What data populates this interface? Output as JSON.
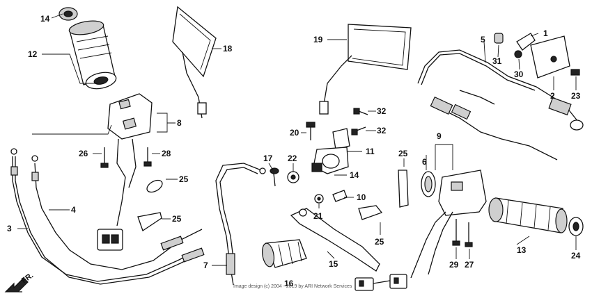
{
  "callouts": [
    {
      "id": "c1",
      "label": "1"
    },
    {
      "id": "c2",
      "label": "2"
    },
    {
      "id": "c3",
      "label": "3"
    },
    {
      "id": "c4",
      "label": "4"
    },
    {
      "id": "c5",
      "label": "5"
    },
    {
      "id": "c6",
      "label": "6"
    },
    {
      "id": "c7",
      "label": "7"
    },
    {
      "id": "c8",
      "label": "8"
    },
    {
      "id": "c9",
      "label": "9"
    },
    {
      "id": "c10",
      "label": "10"
    },
    {
      "id": "c11",
      "label": "11"
    },
    {
      "id": "c12",
      "label": "12"
    },
    {
      "id": "c13",
      "label": "13"
    },
    {
      "id": "c14a",
      "label": "14"
    },
    {
      "id": "c14b",
      "label": "14"
    },
    {
      "id": "c15",
      "label": "15"
    },
    {
      "id": "c16",
      "label": "16"
    },
    {
      "id": "c17",
      "label": "17"
    },
    {
      "id": "c18",
      "label": "18"
    },
    {
      "id": "c19",
      "label": "19"
    },
    {
      "id": "c20",
      "label": "20"
    },
    {
      "id": "c21",
      "label": "21"
    },
    {
      "id": "c22",
      "label": "22"
    },
    {
      "id": "c23",
      "label": "23"
    },
    {
      "id": "c24",
      "label": "24"
    },
    {
      "id": "c25a",
      "label": "25"
    },
    {
      "id": "c25b",
      "label": "25"
    },
    {
      "id": "c25c",
      "label": "25"
    },
    {
      "id": "c25d",
      "label": "25"
    },
    {
      "id": "c26",
      "label": "26"
    },
    {
      "id": "c27",
      "label": "27"
    },
    {
      "id": "c28",
      "label": "28"
    },
    {
      "id": "c29",
      "label": "29"
    },
    {
      "id": "c30",
      "label": "30"
    },
    {
      "id": "c31",
      "label": "31"
    },
    {
      "id": "c32a",
      "label": "32"
    },
    {
      "id": "c32b",
      "label": "32"
    }
  ],
  "direction_label": "FR.",
  "copyright": "Image design (c) 2004 - 2019 by ARI Network Services"
}
